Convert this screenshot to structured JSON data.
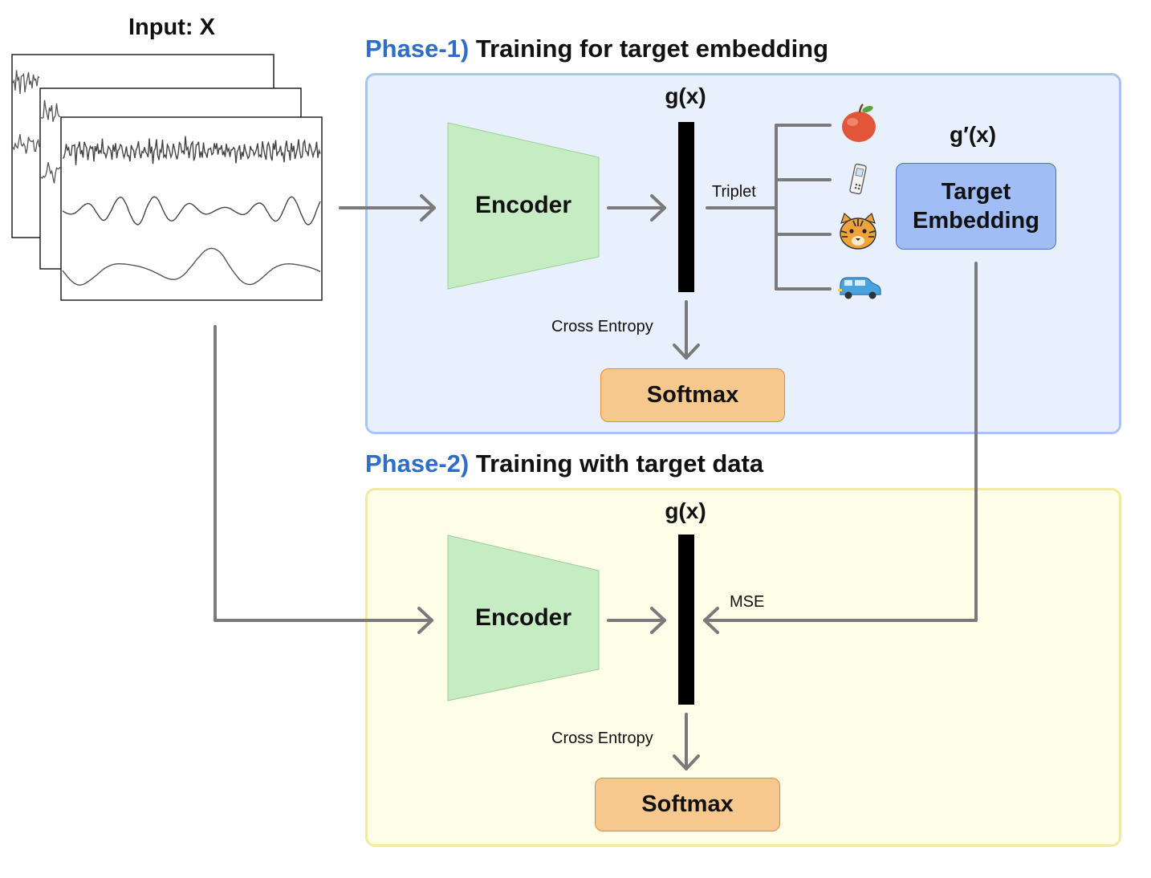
{
  "input": {
    "label": "Input: X"
  },
  "phase1": {
    "tag": "Phase-1)",
    "title": "Training for target embedding",
    "encoder_label": "Encoder",
    "gx_label": "g(x)",
    "triplet_label": "Triplet",
    "cross_entropy_label": "Cross Entropy",
    "softmax_label": "Softmax",
    "gprime_label": "g′(x)",
    "target_embedding_line1": "Target",
    "target_embedding_line2": "Embedding",
    "icons": [
      "apple-icon",
      "mobile-phone-icon",
      "tiger-face-icon",
      "car-icon"
    ]
  },
  "phase2": {
    "tag": "Phase-2)",
    "title": "Training with target data",
    "encoder_label": "Encoder",
    "gx_label": "g(x)",
    "mse_label": "MSE",
    "cross_entropy_label": "Cross Entropy",
    "softmax_label": "Softmax"
  },
  "colors": {
    "phase_tag": "#2f6ec7",
    "phase1_bg": "#e9f0fd",
    "phase2_bg": "#fdfde8",
    "encoder": "#c6ecc3",
    "softmax": "#f6c88e",
    "target_embedding": "#a1bdf6",
    "arrow": "#7a7a7a"
  }
}
